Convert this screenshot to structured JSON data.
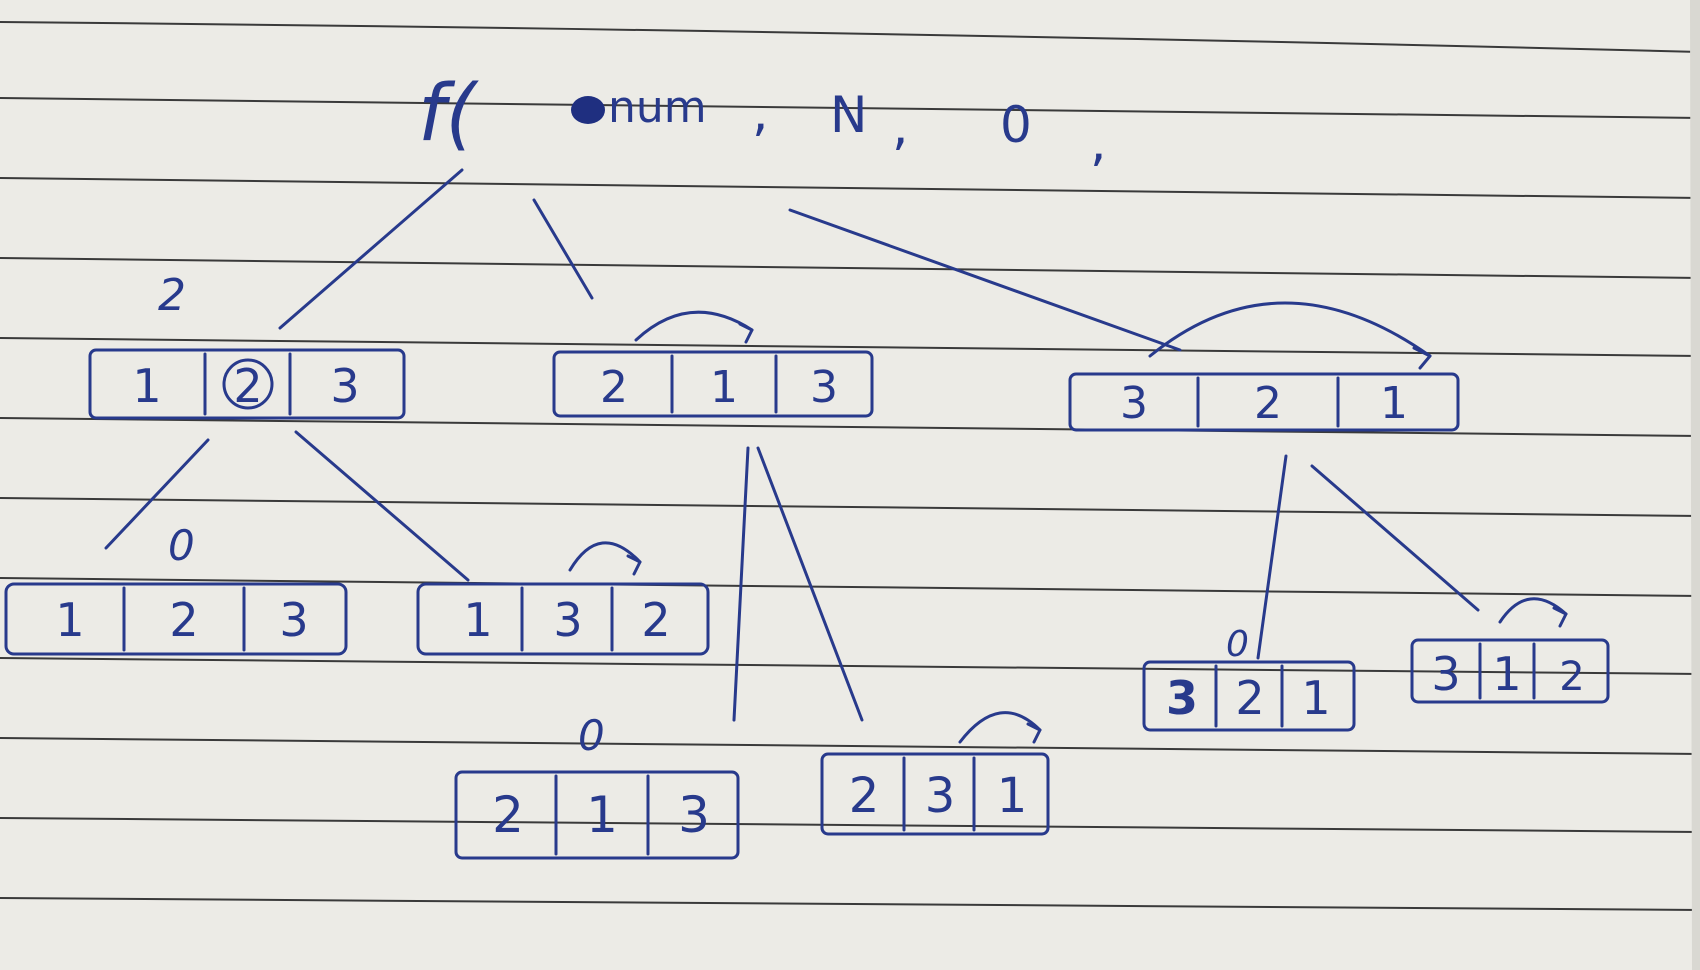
{
  "root_call": {
    "fn": "f(",
    "arg1": "num",
    "sep1": ",",
    "arg2": "N",
    "sep2": ",",
    "arg3": "0",
    "sep3": ","
  },
  "level1": [
    {
      "cells": [
        "1",
        "2",
        "3"
      ],
      "note": "2"
    },
    {
      "cells": [
        "2",
        "1",
        "3"
      ]
    },
    {
      "cells": [
        "3",
        "2",
        "1"
      ]
    }
  ],
  "level2": [
    {
      "cells": [
        "1",
        "2",
        "3"
      ],
      "note": "0"
    },
    {
      "cells": [
        "1",
        "3",
        "2"
      ]
    },
    {
      "cells": [
        "2",
        "1",
        "3"
      ],
      "note": "0"
    },
    {
      "cells": [
        "2",
        "3",
        "1"
      ]
    },
    {
      "cells": [
        "3",
        "2",
        "1"
      ],
      "note": "0"
    },
    {
      "cells": [
        "3",
        "1",
        "2"
      ]
    }
  ],
  "colors": {
    "paper": "#ecebe6",
    "rule": "#3a3a3a",
    "ink": "#283a8c"
  }
}
